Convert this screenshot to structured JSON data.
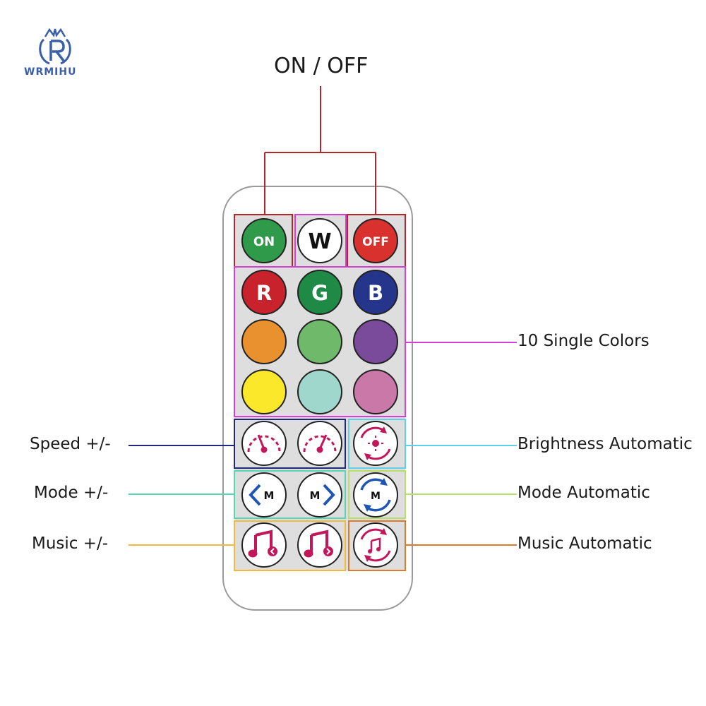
{
  "brand": {
    "name": "WRMIHU"
  },
  "title": "ON / OFF",
  "colors": {
    "power": "#b5262c",
    "single": "#d43fd4",
    "speed": "#1f2a7a",
    "brightness": "#5fd0e6",
    "mode": "#57d6b0",
    "mode_auto": "#b7e06a",
    "music": "#f2b93c",
    "music_auto": "#dd7a2c"
  },
  "buttons": {
    "on": {
      "label": "ON",
      "color": "#2f9a49"
    },
    "w": {
      "label": "W",
      "color": "#ffffff"
    },
    "off": {
      "label": "OFF",
      "color": "#d8312e"
    },
    "r": {
      "label": "R",
      "color": "#c8232d"
    },
    "g": {
      "label": "G",
      "color": "#1e8a46"
    },
    "b": {
      "label": "B",
      "color": "#26358c"
    },
    "swatches": [
      "#e9912e",
      "#6fba6a",
      "#7a4a9b",
      "#fbe82a",
      "#9fd7cc",
      "#c978a8"
    ],
    "mode_icon_letter": "M"
  },
  "labels": {
    "single_colors": "10 Single Colors",
    "speed": "Speed +/-",
    "brightness": "Brightness Automatic",
    "mode": "Mode +/-",
    "mode_auto": "Mode Automatic",
    "music": "Music +/-",
    "music_auto": "Music Automatic"
  }
}
